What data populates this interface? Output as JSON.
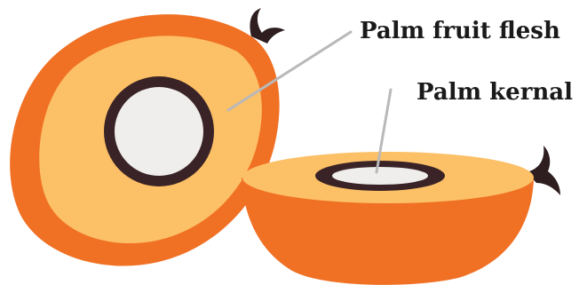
{
  "labels": {
    "flesh": "Palm fruit flesh",
    "kernel": "Palm kernal"
  },
  "colors": {
    "skin": "#F07024",
    "flesh": "#FCC066",
    "kernel_shell": "#3A2326",
    "kernel_inside": "#EFEEED",
    "stem": "#2E1E20",
    "leader_line": "#B9B9B9"
  },
  "icons": {
    "left_half": "palm-fruit-half-open",
    "right_half": "palm-fruit-half-cut",
    "left_stem": "stem-curl",
    "right_stem": "stem-curl"
  }
}
